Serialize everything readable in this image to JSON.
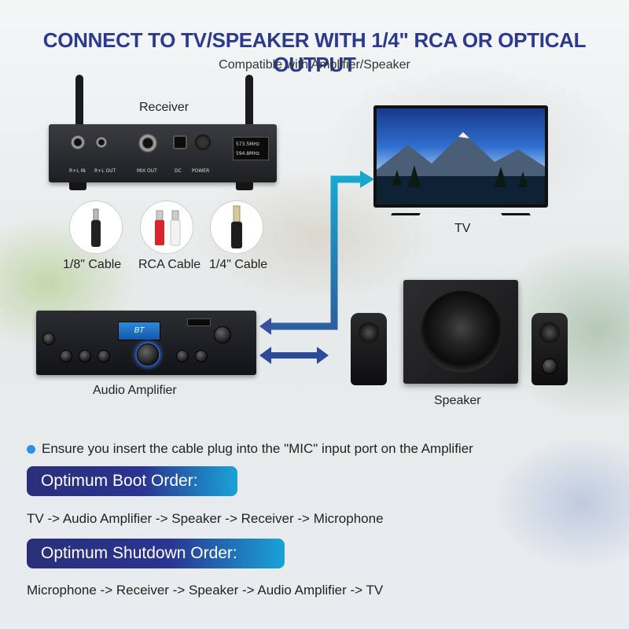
{
  "header": {
    "title": "CONNECT TO TV/SPEAKER WITH 1/4\" RCA OR OPTICAL OUTPUT",
    "subtitle": "Compatible with Amplifier/Speaker"
  },
  "receiver": {
    "label": "Receiver",
    "ports": [
      "R+L IN",
      "R+L OUT",
      "MIX OUT",
      "DC",
      "POWER"
    ],
    "freq1": "573.5MHz",
    "freq2": "594.8MHz"
  },
  "cables": [
    {
      "label": "1/8\" Cable"
    },
    {
      "label": "RCA Cable"
    },
    {
      "label": "1/4\" Cable"
    }
  ],
  "tv": {
    "label": "TV"
  },
  "amplifier": {
    "label": "Audio Amplifier",
    "display": "BT"
  },
  "speaker": {
    "label": "Speaker"
  },
  "note": "Ensure you insert the cable plug into the \"MIC\" input port on the Amplifier",
  "boot": {
    "heading": "Optimum Boot Order:",
    "sequence": "TV -> Audio Amplifier -> Speaker -> Receiver -> Microphone"
  },
  "shutdown": {
    "heading": "Optimum Shutdown Order:",
    "sequence": "Microphone -> Receiver -> Speaker -> Audio Amplifier -> TV"
  },
  "colors": {
    "title": "#2b3a8c",
    "arrow_teal": "#1ea5c8",
    "arrow_blue": "#2c3d8f",
    "bullet": "#2f8fe8"
  }
}
